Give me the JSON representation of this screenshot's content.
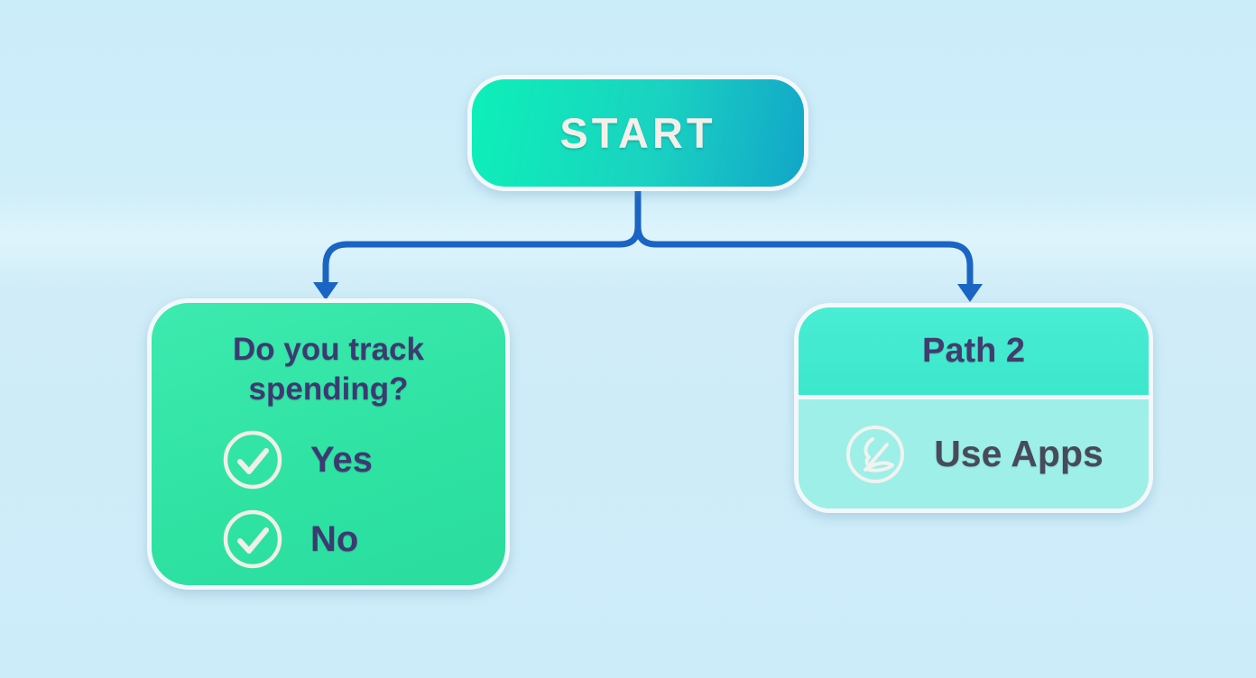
{
  "canvas": {
    "background_color": "#cdecf9",
    "connector_color": "#1a64c4"
  },
  "flowchart": {
    "start": {
      "label": "START",
      "gradient_from": "#0df0b8",
      "gradient_to": "#12a6c9",
      "text_color": "#f6efe9"
    },
    "question": {
      "title": "Do you track spending?",
      "fill": "#2ee2a2",
      "text_color": "#3d3a72",
      "options": [
        {
          "label": "Yes",
          "icon": "check-circle-icon"
        },
        {
          "label": "No",
          "icon": "check-circle-icon"
        }
      ]
    },
    "path2": {
      "title": "Path 2",
      "header_fill": "#41ebcf",
      "body_fill": "#9defe7",
      "title_color": "#433c6e",
      "item": {
        "label": "Use Apps",
        "icon": "scribble-doodle-icon",
        "text_color": "#474a5a"
      }
    }
  }
}
